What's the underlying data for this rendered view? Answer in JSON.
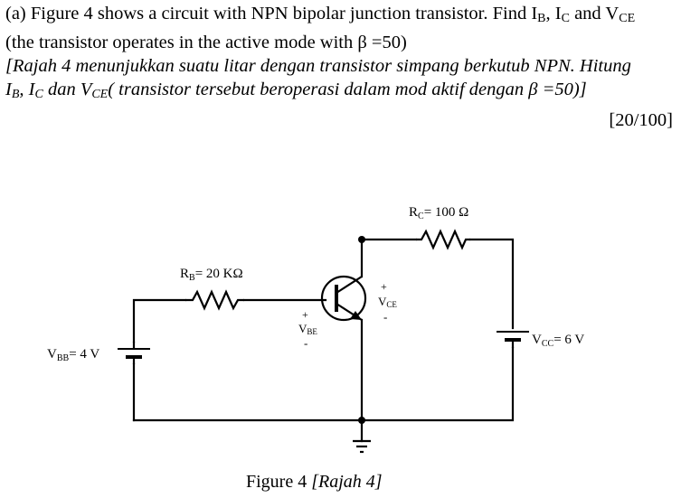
{
  "question": {
    "line1": {
      "prefix": "(a) Figure 4 shows a circuit with NPN bipolar junction transistor. Find I",
      "ib_sub": "B",
      "mid1": ", I",
      "ic_sub": "C",
      "mid2": " and V",
      "vce_sub": "CE"
    },
    "line2": "(the transistor operates in the active mode with β =50)",
    "line3": "[Rajah 4 menunjukkan suatu litar dengan transistor simpang berkutub NPN. Hitung",
    "line4": {
      "prefix": "I",
      "ib_sub": "B",
      "mid1": ", I",
      "ic_sub": "C",
      "mid2": " dan V",
      "vce_sub": "CE",
      "suffix": "( transistor tersebut beroperasi dalam mod aktif dengan β =50)]"
    },
    "marks": "[20/100]"
  },
  "circuit": {
    "rc_label": {
      "main": "R",
      "sub": "C",
      "value": "= 100 Ω"
    },
    "rb_label": {
      "main": "R",
      "sub": "B",
      "value": "= 20 KΩ"
    },
    "vbb_label": {
      "main": "V",
      "sub": "BB",
      "value": "= 4 V"
    },
    "vcc_label": {
      "main": "V",
      "sub": "CC",
      "value": "= 6 V"
    },
    "vbe": {
      "plus": "+",
      "main": "V",
      "sub": "BE",
      "minus": "-"
    },
    "vce": {
      "plus": "+",
      "main": "V",
      "sub": "CE",
      "minus": "-"
    }
  },
  "caption": {
    "main": "Figure 4 ",
    "italic": "[Rajah 4]"
  }
}
